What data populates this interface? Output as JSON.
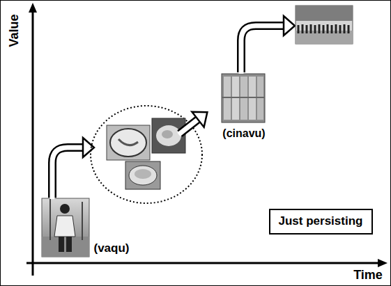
{
  "diagram": {
    "nodes": [
      {
        "text": [
          "Just persisting"
        ]
      }
    ],
    "labels": [
      "Value",
      "Time",
      "(vaqu)",
      "(cinavu)"
    ]
  }
}
